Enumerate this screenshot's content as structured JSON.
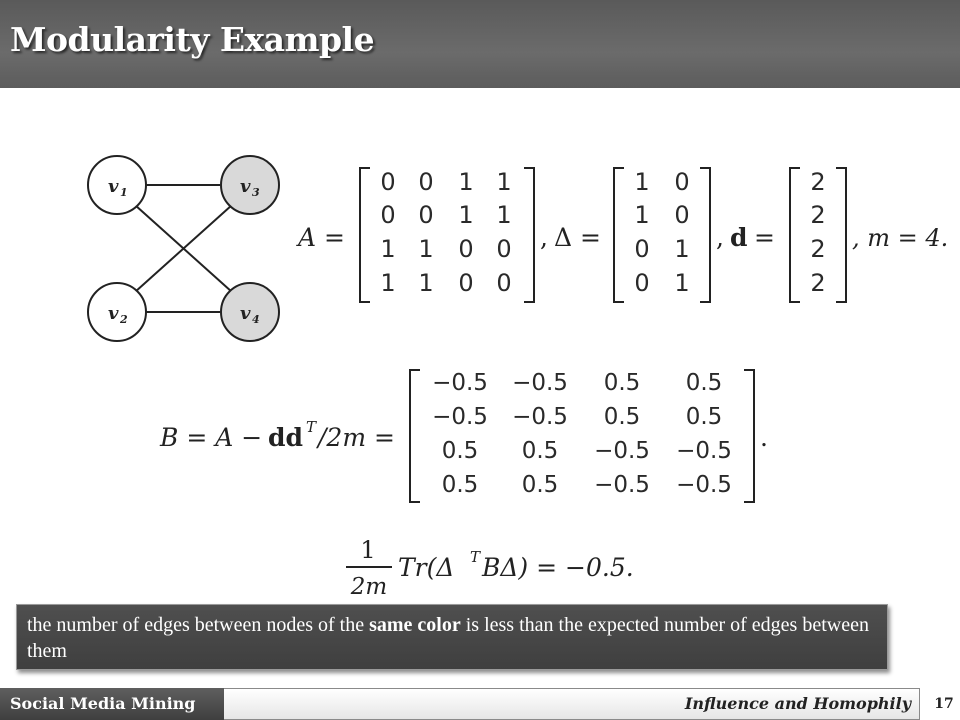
{
  "slide": {
    "title": "Modularity Example"
  },
  "graph": {
    "nodes": [
      {
        "label": "v",
        "sub": "1",
        "shaded": false
      },
      {
        "label": "v",
        "sub": "3",
        "shaded": true
      },
      {
        "label": "v",
        "sub": "2",
        "shaded": false
      },
      {
        "label": "v",
        "sub": "4",
        "shaded": true
      }
    ]
  },
  "equations": {
    "A_label": "A =",
    "A_matrix": [
      [
        "0",
        "0",
        "1",
        "1"
      ],
      [
        "0",
        "0",
        "1",
        "1"
      ],
      [
        "1",
        "1",
        "0",
        "0"
      ],
      [
        "1",
        "1",
        "0",
        "0"
      ]
    ],
    "comma1": ",",
    "delta_label": "Δ =",
    "delta_matrix": [
      [
        "1",
        "0"
      ],
      [
        "1",
        "0"
      ],
      [
        "0",
        "1"
      ],
      [
        "0",
        "1"
      ]
    ],
    "comma2": ",",
    "d_label": "d",
    "d_eq": "=",
    "d_vector": [
      "2",
      "2",
      "2",
      "2"
    ],
    "m_label": ", m = 4.",
    "B_lhs_1": "B = A −",
    "B_lhs_dd": "dd",
    "B_lhs_T": "T",
    "B_lhs_2": "/2m =",
    "B_matrix": [
      [
        "−0.5",
        "−0.5",
        "0.5",
        "0.5"
      ],
      [
        "−0.5",
        "−0.5",
        "0.5",
        "0.5"
      ],
      [
        "0.5",
        "0.5",
        "−0.5",
        "−0.5"
      ],
      [
        "0.5",
        "0.5",
        "−0.5",
        "−0.5"
      ]
    ],
    "B_period": ".",
    "tr_num": "1",
    "tr_den": "2m",
    "tr_expr": "Tr(Δ",
    "tr_T": "T",
    "tr_rest": "BΔ) = −0.5."
  },
  "callout": {
    "text_before": "the number of edges between nodes of the ",
    "text_bold": "same color",
    "text_after": " is less than the expected number of edges between them"
  },
  "footer": {
    "left": "Social Media Mining",
    "right": "Influence and Homophily",
    "page": "17"
  },
  "colors": {
    "title_bar": "#5f5f5f",
    "shaded_node": "#d9d9d9",
    "callout_bg": "#474747"
  }
}
